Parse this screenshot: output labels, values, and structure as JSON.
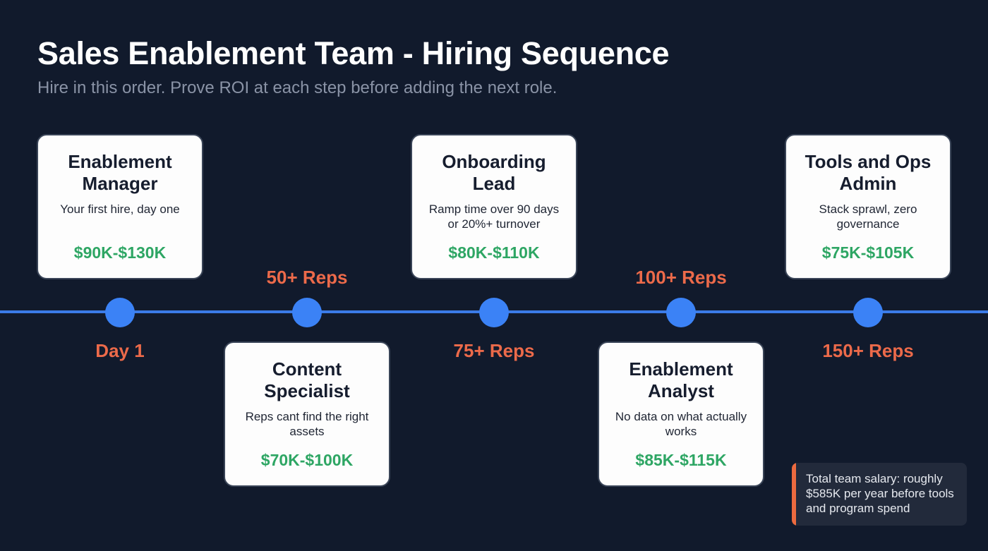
{
  "header": {
    "title": "Sales Enablement Team - Hiring Sequence",
    "subtitle": "Hire in this order. Prove ROI at each step before adding the next role."
  },
  "colors": {
    "background": "#111a2c",
    "timeline": "#3b82f6",
    "milestone": "#ec6a4a",
    "salary": "#2ea664",
    "card": "#fdfdfd"
  },
  "roles": [
    {
      "title": "Enablement Manager",
      "description": "Your first hire, day one",
      "salary": "$90K-$130K",
      "milestone": "Day 1",
      "position": "above"
    },
    {
      "title": "Content Specialist",
      "description": "Reps cant find the right assets",
      "salary": "$70K-$100K",
      "milestone": "50+ Reps",
      "position": "below"
    },
    {
      "title": "Onboarding Lead",
      "description": "Ramp time over 90 days or 20%+ turnover",
      "salary": "$80K-$110K",
      "milestone": "75+ Reps",
      "position": "above"
    },
    {
      "title": "Enablement Analyst",
      "description": "No data on what actually works",
      "salary": "$85K-$115K",
      "milestone": "100+ Reps",
      "position": "below"
    },
    {
      "title": "Tools and Ops Admin",
      "description": "Stack sprawl, zero governance",
      "salary": "$75K-$105K",
      "milestone": "150+ Reps",
      "position": "above"
    }
  ],
  "note": {
    "text": "Total team salary: roughly $585K per year before tools and program spend"
  }
}
